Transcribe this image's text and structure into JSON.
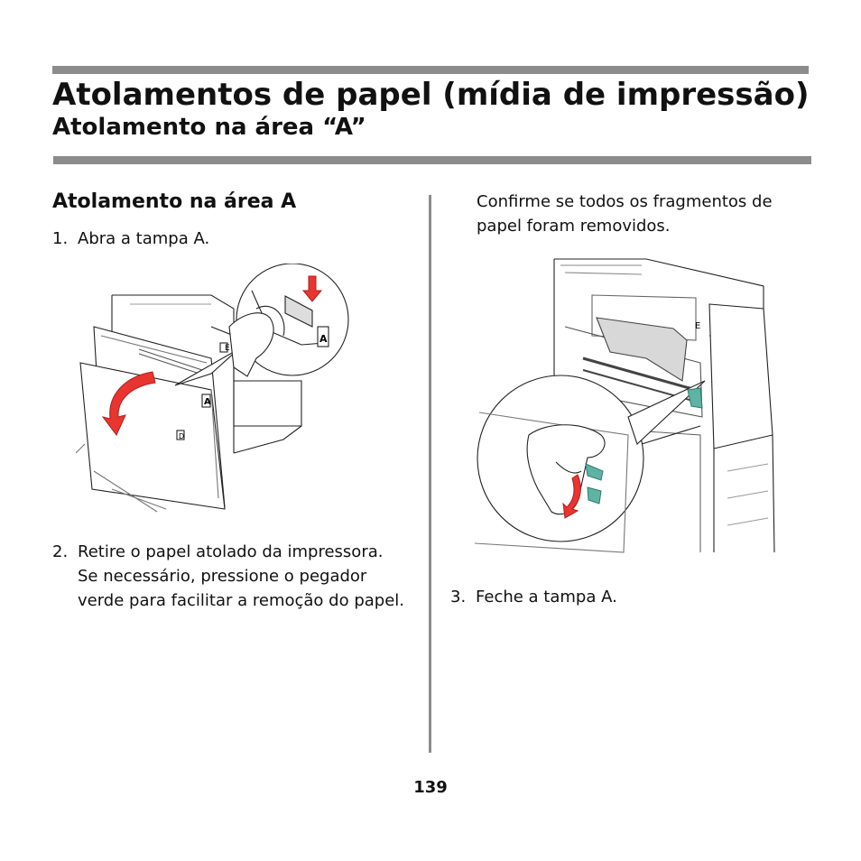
{
  "header": {
    "title": "Atolamentos de papel (mídia de impressão)",
    "subtitle": "Atolamento na área “A”"
  },
  "left_column": {
    "heading": "Atolamento na área A",
    "step1": {
      "number": "1.",
      "text": "Abra a tampa A."
    },
    "step2": {
      "number": "2.",
      "text": "Retire o papel atolado da impressora. Se necessário, pressione o pegador verde para facilitar a remoção do papel."
    },
    "figure1": {
      "labels": {
        "cover": "A",
        "side": "E",
        "door": "D",
        "zoom": "A"
      }
    }
  },
  "right_column": {
    "confirm_text": "Confirme se todos os fragmentos de papel foram removidos.",
    "step3": {
      "number": "3.",
      "text": "Feche a tampa A."
    },
    "figure2": {
      "labels": {
        "side": "E"
      }
    }
  },
  "page_number": "139",
  "colors": {
    "rule": "#8c8c8c",
    "arrow_red": "#e8352f",
    "lever_green": "#5fb3a3"
  }
}
